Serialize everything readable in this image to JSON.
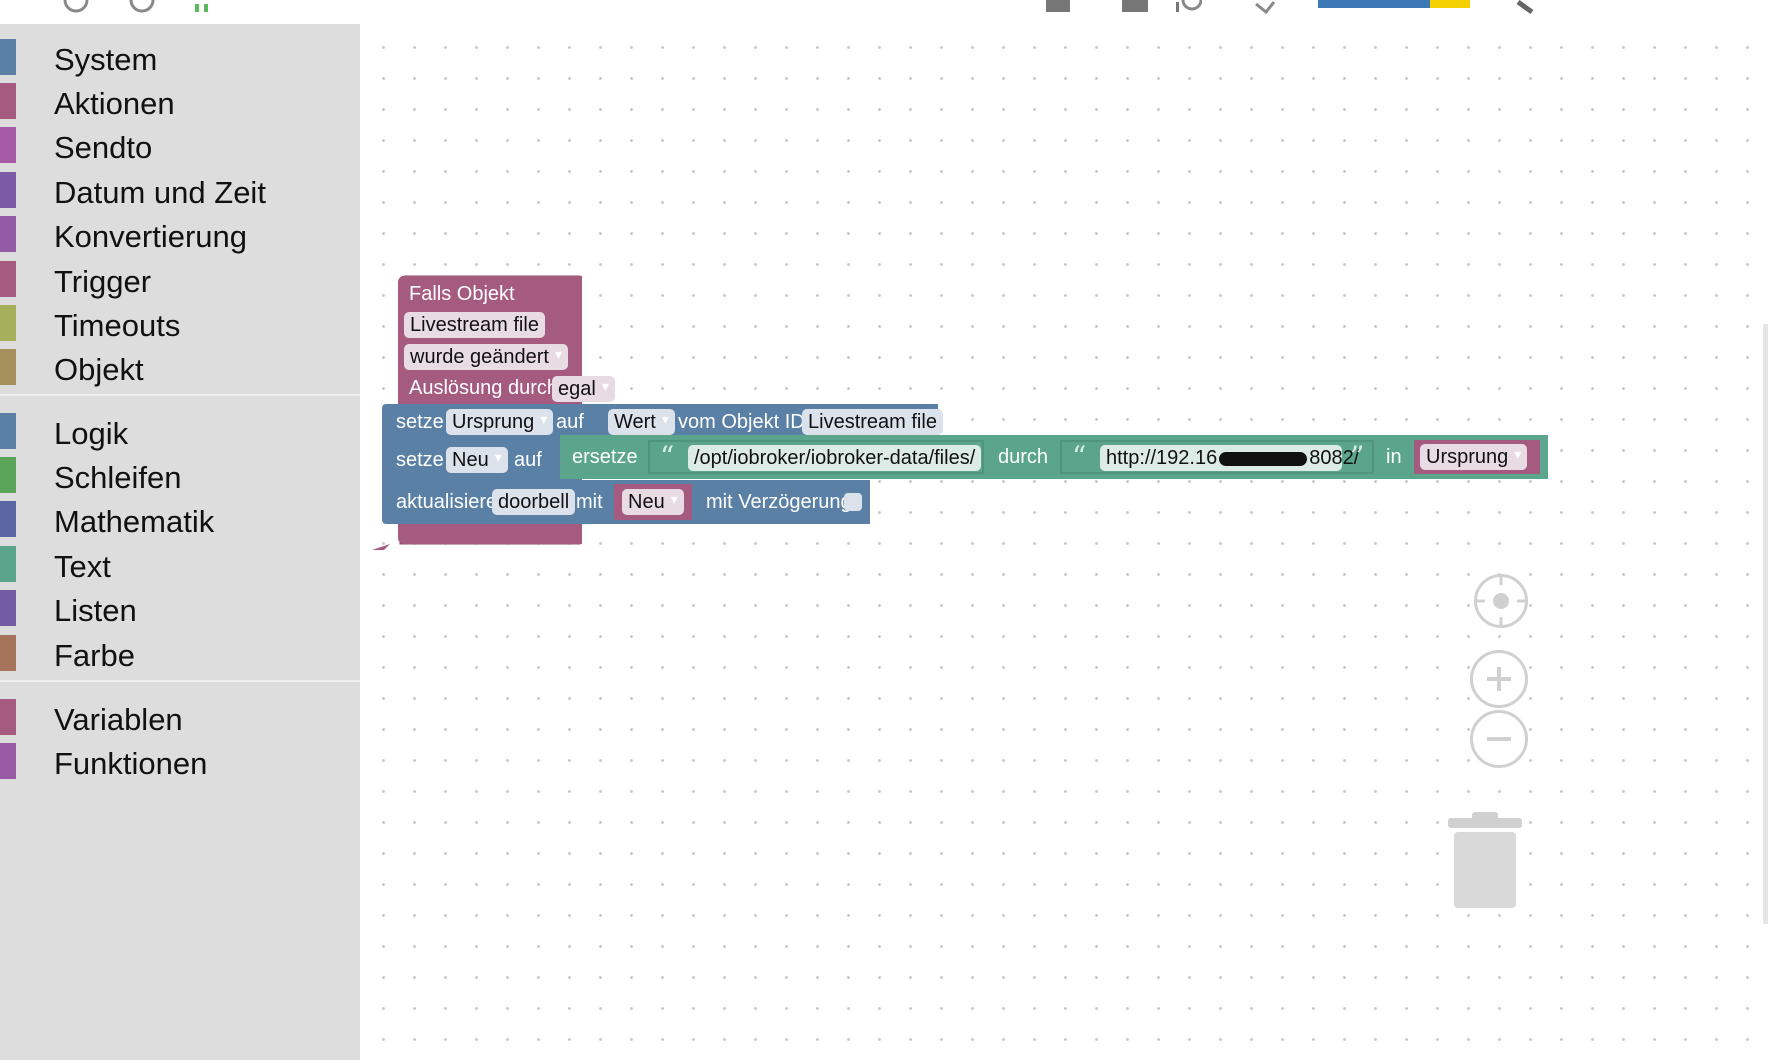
{
  "categories": [
    {
      "label": "System",
      "color": "#5b80a5"
    },
    {
      "label": "Aktionen",
      "color": "#a55b80"
    },
    {
      "label": "Sendto",
      "color": "#a55ba5"
    },
    {
      "label": "Datum und Zeit",
      "color": "#7c5ba6"
    },
    {
      "label": "Konvertierung",
      "color": "#935ba5"
    },
    {
      "label": "Trigger",
      "color": "#a55b80"
    },
    {
      "label": "Timeouts",
      "color": "#a5b05b"
    },
    {
      "label": "Objekt",
      "color": "#a5905b"
    },
    {
      "label": "Logik",
      "color": "#5b80a5"
    },
    {
      "label": "Schleifen",
      "color": "#5ba55b"
    },
    {
      "label": "Mathematik",
      "color": "#5b67a5"
    },
    {
      "label": "Text",
      "color": "#5ba58c"
    },
    {
      "label": "Listen",
      "color": "#745ba5"
    },
    {
      "label": "Farbe",
      "color": "#a5745b"
    },
    {
      "label": "Variablen",
      "color": "#a55b80"
    },
    {
      "label": "Funktionen",
      "color": "#995ba5"
    }
  ],
  "trigger_block": {
    "title": "Falls Objekt",
    "object": "Livestream file",
    "condition": "wurde geändert",
    "trigger_by_label": "Auslösung durch",
    "trigger_by_value": "egal",
    "color": "#a55b80"
  },
  "set1": {
    "label": "setze",
    "variable": "Ursprung",
    "to": "auf",
    "value_field": "Wert",
    "of_object_label": "vom Objekt ID",
    "object": "Livestream file"
  },
  "set2": {
    "label": "setze",
    "variable": "Neu",
    "to": "auf",
    "replace_label": "ersetze",
    "search": "/opt/iobroker/iobroker-data/files/",
    "with_label": "durch",
    "replacement": "http://192.16",
    "replacement_tail": "8082/",
    "in_label": "in",
    "in_variable": "Ursprung"
  },
  "update_block": {
    "label": "aktualisiere",
    "object": "doorbell",
    "with_label": "mit",
    "variable": "Neu",
    "delay_label": "mit Verzögerung"
  },
  "icons": [
    "locate-icon",
    "zoom-in-icon",
    "zoom-out-icon",
    "trash-icon"
  ]
}
